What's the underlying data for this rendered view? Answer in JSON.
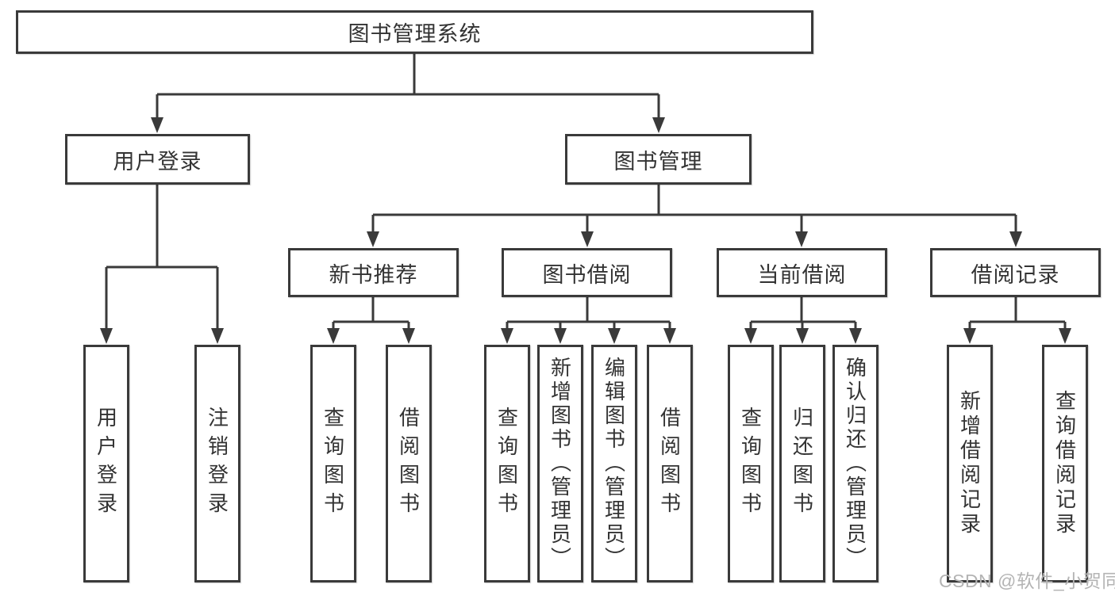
{
  "title": "图书管理系统",
  "level2": [
    "用户登录",
    "图书管理"
  ],
  "level3": [
    "新书推荐",
    "图书借阅",
    "当前借阅",
    "借阅记录"
  ],
  "leaves": [
    [
      "用户登录",
      "注销登录"
    ],
    [
      "查询图书",
      "借阅图书"
    ],
    [
      "查询图书",
      "新增图书（管理员）",
      "编辑图书（管理员）",
      "借阅图书"
    ],
    [
      "查询图书",
      "归还图书",
      "确认归还（管理员）"
    ],
    [
      "新增借阅记录",
      "查询借阅记录"
    ]
  ],
  "watermark": "CSDN @软件_小贺同学",
  "colors": {
    "line": "#3a3a3a",
    "text": "#333333",
    "watermark": "#b4b4b4",
    "background": "#ffffff"
  }
}
